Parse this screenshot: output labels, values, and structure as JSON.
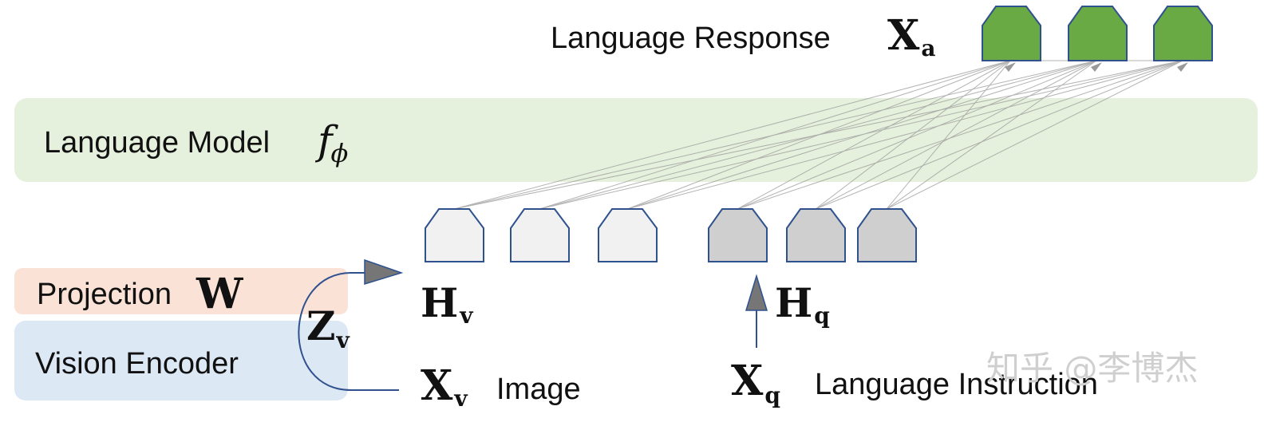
{
  "colors": {
    "language_model_band": "#e6f1dd",
    "projection_band": "#fbe2d6",
    "vision_encoder_band": "#dde8f5",
    "response_token_fill": "#6aaa45",
    "response_token_stroke": "#2f528f",
    "image_token_fill": "#f1f1f1",
    "instruction_token_fill": "#cfcfcf",
    "token_stroke": "#2f528f",
    "connector_line": "#9a9a9a",
    "arrow_fill": "#767676",
    "arrow_stroke": "#2f528f"
  },
  "labels": {
    "language_response": "Language Response",
    "response_symbol": "X",
    "response_symbol_sub": "a",
    "language_model": "Language Model",
    "language_model_symbol": "f",
    "language_model_symbol_sub": "ϕ",
    "projection": "Projection",
    "projection_symbol": "W",
    "vision_encoder": "Vision Encoder",
    "z_symbol": "Z",
    "z_sub": "v",
    "hv_symbol": "H",
    "hv_sub": "v",
    "hq_symbol": "H",
    "hq_sub": "q",
    "xv_symbol": "X",
    "xv_sub": "v",
    "image": "Image",
    "xq_symbol": "X",
    "xq_sub": "q",
    "language_instruction": "Language Instruction"
  },
  "watermark": "知乎 @李博杰",
  "tokens": {
    "response_count": 3,
    "image_count": 3,
    "instruction_count": 3
  }
}
